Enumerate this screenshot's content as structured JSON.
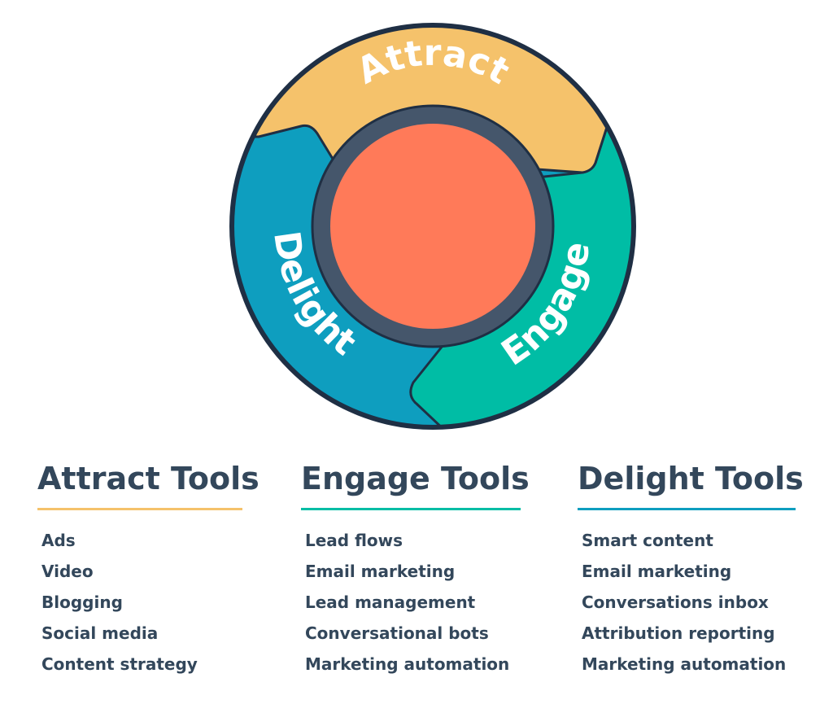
{
  "colors": {
    "attract": "#f5c26b",
    "engage": "#00bda5",
    "delight": "#0e9ebf",
    "hub": "#ff7a59",
    "ring": "#45566b",
    "outline": "#1f2f44",
    "text": "#33475b"
  },
  "flywheel": {
    "segments": [
      {
        "label": "Attract"
      },
      {
        "label": "Engage"
      },
      {
        "label": "Delight"
      }
    ]
  },
  "tools": [
    {
      "title": "Attract Tools",
      "color": "#f5c26b",
      "items": [
        "Ads",
        "Video",
        "Blogging",
        "Social media",
        "Content strategy"
      ]
    },
    {
      "title": "Engage Tools",
      "color": "#00bda5",
      "items": [
        "Lead flows",
        "Email marketing",
        "Lead management",
        "Conversational bots",
        "Marketing automation"
      ]
    },
    {
      "title": "Delight Tools",
      "color": "#0e9ebf",
      "items": [
        "Smart content",
        "Email marketing",
        "Conversations inbox",
        "Attribution reporting",
        "Marketing automation"
      ]
    }
  ]
}
